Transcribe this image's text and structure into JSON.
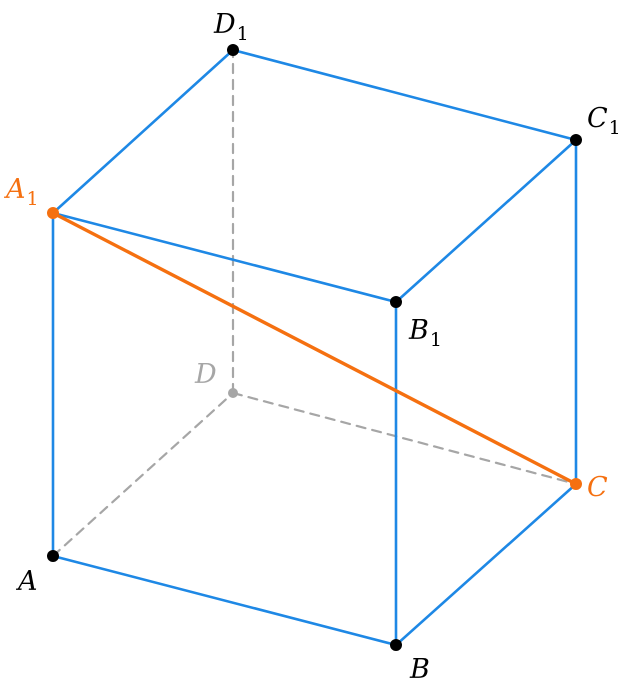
{
  "figure": {
    "colors": {
      "edge": "#1e88e5",
      "highlight": "#f57010",
      "hidden": "#a6a6a6",
      "point": "#000000"
    },
    "hidden_edge_style": "dashed",
    "highlighted_segment": [
      "A1",
      "C"
    ],
    "vertices": [
      {
        "id": "A",
        "letter": "A",
        "sub": "",
        "style": "normal"
      },
      {
        "id": "B",
        "letter": "B",
        "sub": "",
        "style": "normal"
      },
      {
        "id": "C",
        "letter": "C",
        "sub": "",
        "style": "highlight"
      },
      {
        "id": "D",
        "letter": "D",
        "sub": "",
        "style": "hidden"
      },
      {
        "id": "A1",
        "letter": "A",
        "sub": "1",
        "style": "highlight"
      },
      {
        "id": "B1",
        "letter": "B",
        "sub": "1",
        "style": "normal"
      },
      {
        "id": "C1",
        "letter": "C",
        "sub": "1",
        "style": "normal"
      },
      {
        "id": "D1",
        "letter": "D",
        "sub": "1",
        "style": "normal"
      }
    ],
    "edges": [
      {
        "from": "A",
        "to": "B",
        "style": "visible"
      },
      {
        "from": "B",
        "to": "C",
        "style": "visible"
      },
      {
        "from": "A",
        "to": "A1",
        "style": "visible"
      },
      {
        "from": "B",
        "to": "B1",
        "style": "visible"
      },
      {
        "from": "C",
        "to": "C1",
        "style": "visible"
      },
      {
        "from": "A1",
        "to": "B1",
        "style": "visible"
      },
      {
        "from": "B1",
        "to": "C1",
        "style": "visible"
      },
      {
        "from": "C1",
        "to": "D1",
        "style": "visible"
      },
      {
        "from": "D1",
        "to": "A1",
        "style": "visible"
      },
      {
        "from": "A",
        "to": "D",
        "style": "hidden"
      },
      {
        "from": "D",
        "to": "C",
        "style": "hidden"
      },
      {
        "from": "D",
        "to": "D1",
        "style": "hidden"
      }
    ]
  }
}
